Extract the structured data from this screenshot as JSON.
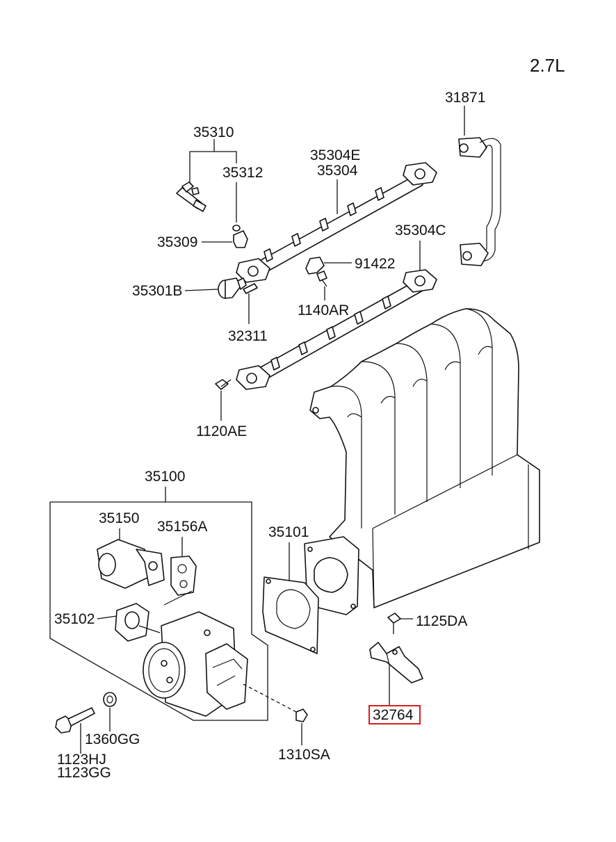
{
  "engine": "2.7L",
  "callouts": {
    "p31871": "31871",
    "p35310": "35310",
    "p35312": "35312",
    "p35304e": "35304E",
    "p35304": "35304",
    "p35309": "35309",
    "p91422": "91422",
    "p35304c": "35304C",
    "p35301b": "35301B",
    "p1140ar": "1140AR",
    "p32311": "32311",
    "p1120ae": "1120AE",
    "p35100": "35100",
    "p35150": "35150",
    "p35156a": "35156A",
    "p35101": "35101",
    "p35102": "35102",
    "p1125da": "1125DA",
    "p32764": "32764",
    "p1360gg": "1360GG",
    "p1123hj": "1123HJ",
    "p1123gg": "1123GG",
    "p1310sa": "1310SA"
  },
  "highlight": {
    "part": "32764",
    "color": "#d81e1e"
  }
}
